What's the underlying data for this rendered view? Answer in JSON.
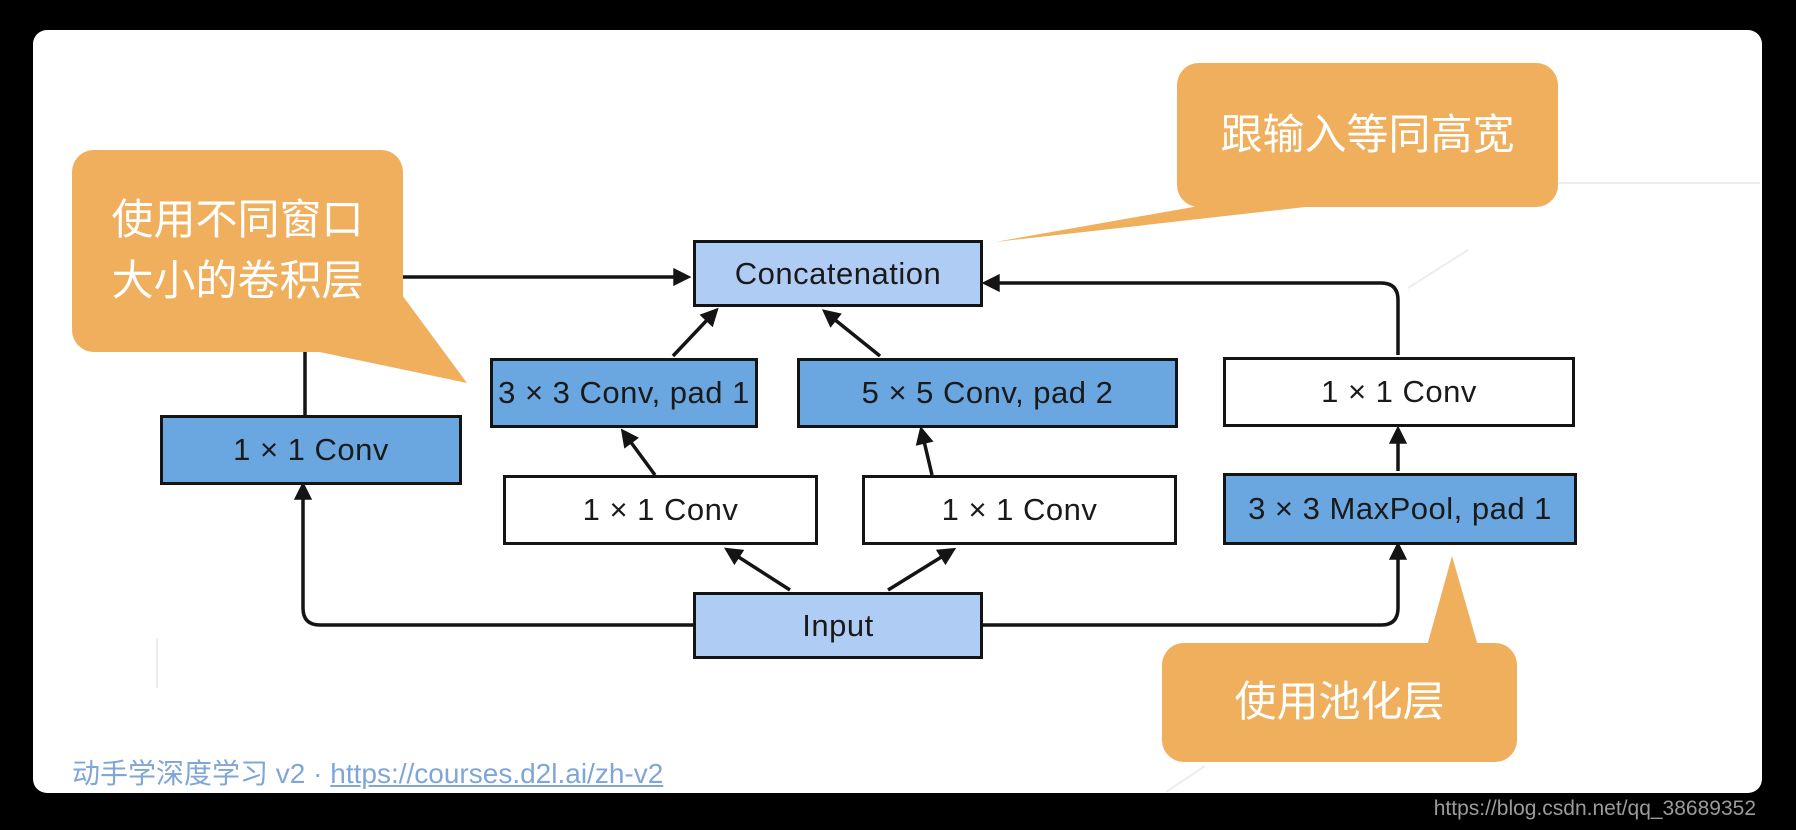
{
  "colors": {
    "background": "#000000",
    "slide": "#ffffff",
    "box_light_blue": "#AFCCF4",
    "box_medium_blue": "#6AA7E0",
    "box_white": "#ffffff",
    "box_border": "#141414",
    "arrow": "#141414",
    "callout_orange": "#EFAF5D",
    "callout_text": "#ffffff",
    "footer_link_blue": "#7FA6D6",
    "watermark_gray": "#9b9b9b"
  },
  "nodes": {
    "concatenation": "Concatenation",
    "conv3": "3 × 3 Conv, pad 1",
    "conv5": "5 × 5 Conv, pad 2",
    "conv1_left": "1 × 1 Conv",
    "conv1_mid1": "1 × 1 Conv",
    "conv1_mid2": "1 × 1 Conv",
    "conv1_right": "1 × 1 Conv",
    "maxpool": "3 × 3 MaxPool, pad 1",
    "input": "Input"
  },
  "callouts": {
    "different_windows_line1": "使用不同窗口",
    "different_windows_line2": "大小的卷积层",
    "same_height_width": "跟输入等同高宽",
    "use_pooling": "使用池化层"
  },
  "footer": {
    "prefix": "动手学深度学习 v2 ·",
    "link_text": "https://courses.d2l.ai/zh-v2"
  },
  "watermark": "https://blog.csdn.net/qq_38689352"
}
